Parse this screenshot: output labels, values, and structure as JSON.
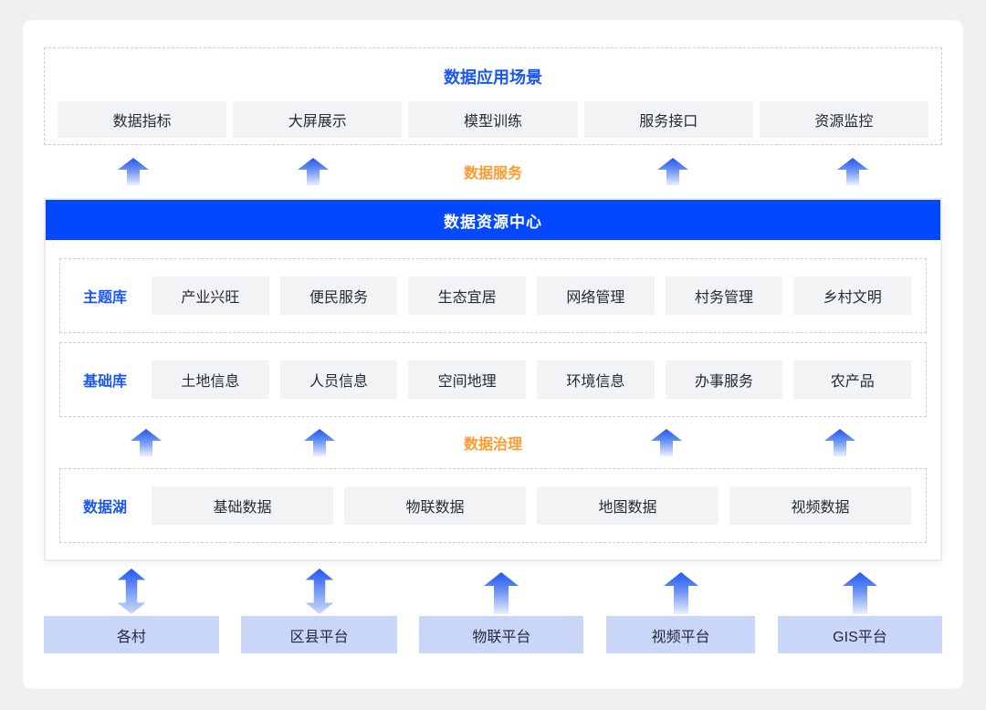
{
  "colors": {
    "banner_blue": "#0448fd",
    "accent_blue": "#1a56f5",
    "flow_orange": "#ff9a2e",
    "box_gray": "#f2f3f5",
    "platform_blue": "#c9d6f8",
    "arrow_blue": "#2157ef"
  },
  "application_section": {
    "title": "数据应用场景",
    "items": [
      "数据指标",
      "大屏展示",
      "模型训练",
      "服务接口",
      "资源监控"
    ]
  },
  "service_flow": {
    "label": "数据服务"
  },
  "resource_center": {
    "title": "数据资源中心",
    "theme_db": {
      "label": "主题库",
      "items": [
        "产业兴旺",
        "便民服务",
        "生态宜居",
        "网络管理",
        "村务管理",
        "乡村文明"
      ]
    },
    "base_db": {
      "label": "基础库",
      "items": [
        "土地信息",
        "人员信息",
        "空间地理",
        "环境信息",
        "办事服务",
        "农产品"
      ]
    },
    "governance_flow": {
      "label": "数据治理"
    },
    "data_lake": {
      "label": "数据湖",
      "items": [
        "基础数据",
        "物联数据",
        "地图数据",
        "视频数据"
      ]
    }
  },
  "platforms": {
    "items": [
      {
        "label": "各村",
        "arrow": "double"
      },
      {
        "label": "区县平台",
        "arrow": "double"
      },
      {
        "label": "物联平台",
        "arrow": "up"
      },
      {
        "label": "视频平台",
        "arrow": "up"
      },
      {
        "label": "GIS平台",
        "arrow": "up"
      }
    ]
  }
}
